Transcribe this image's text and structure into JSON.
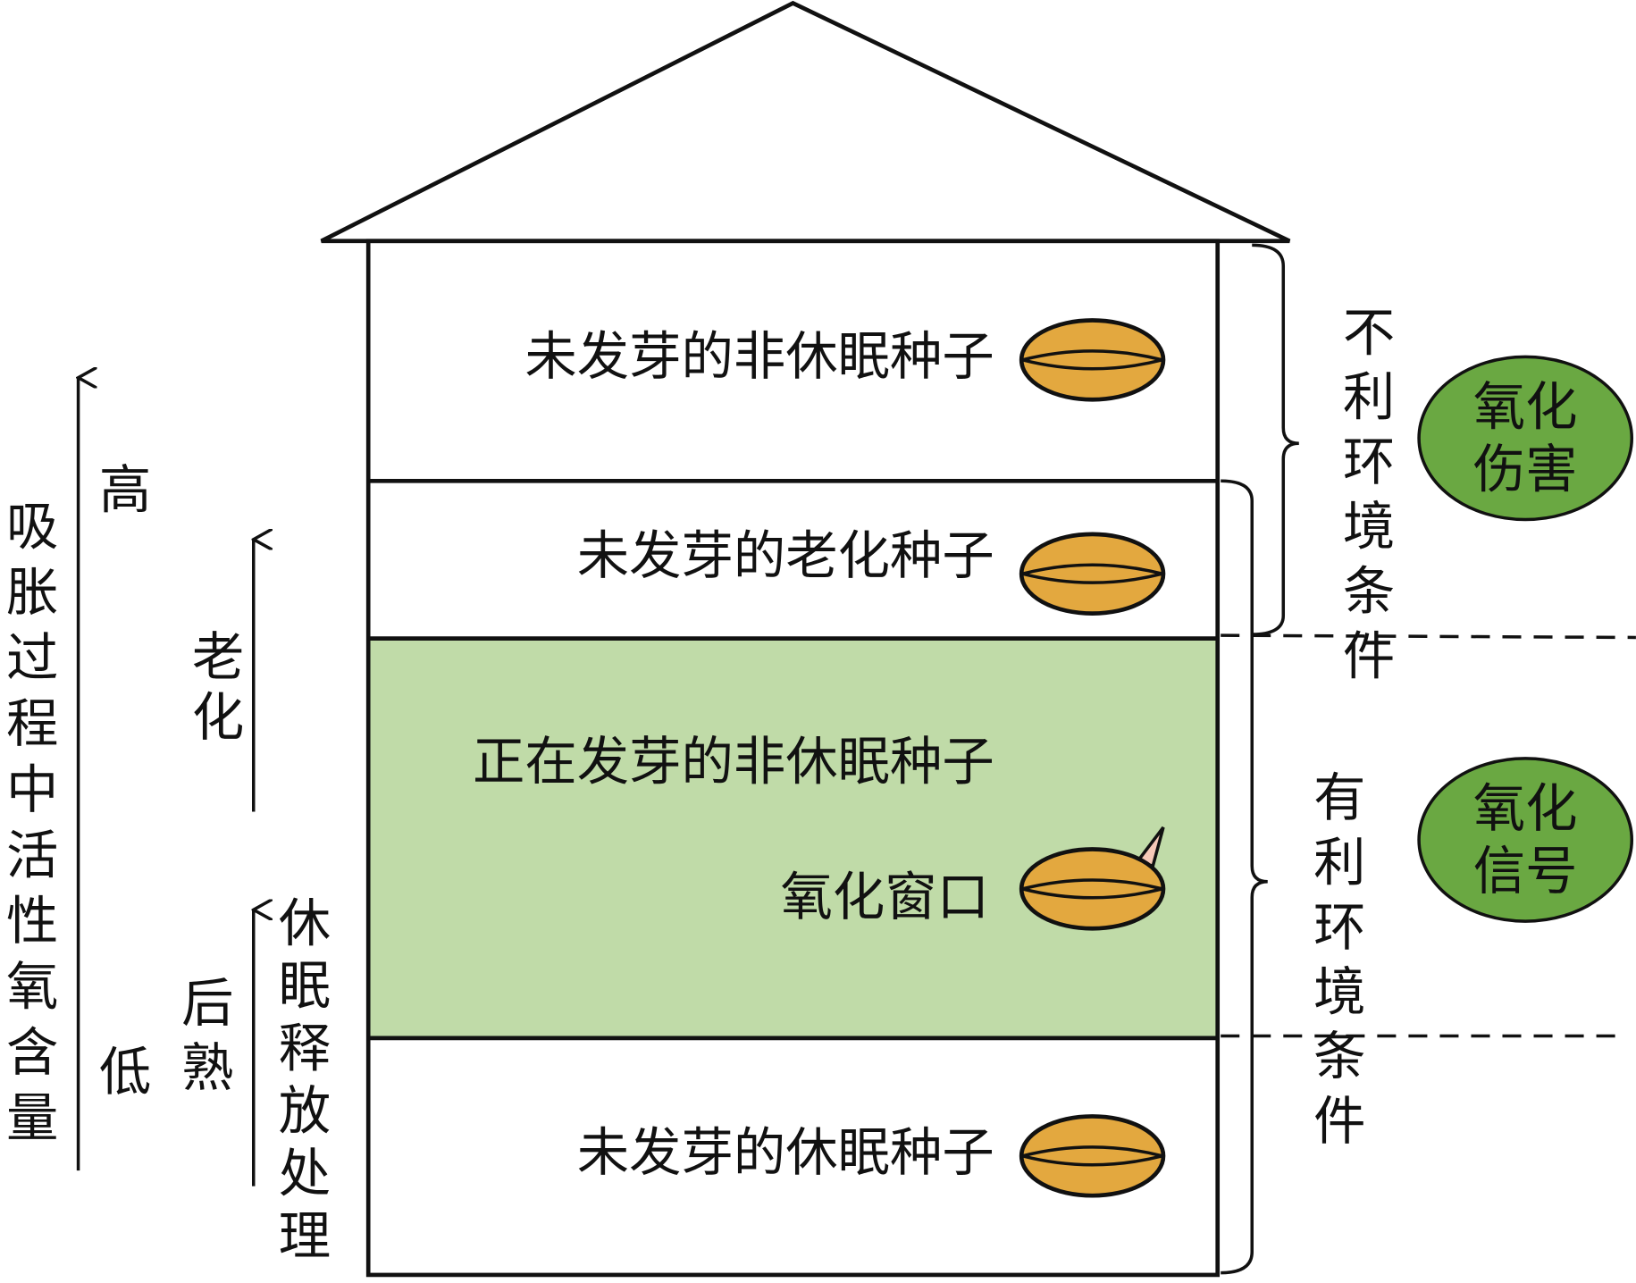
{
  "rows": {
    "nondormant": "未发芽的非休眠种子",
    "aged": "未发芽的老化种子",
    "germinating": "正在发芽的非休眠种子",
    "oxidative_window": "氧化窗口",
    "dormant": "未发芽的休眠种子"
  },
  "right": {
    "unfavorable": "不利环境条件",
    "favorable": "有利环境条件",
    "damage_line1": "氧化",
    "damage_line2": "伤害",
    "signal_line1": "氧化",
    "signal_line2": "信号"
  },
  "left": {
    "axis_label": "吸胀过程中活性氧含量",
    "high": "高",
    "low": "低",
    "aging": "老化",
    "after_ripening": "后熟",
    "dormancy_release": "休眠释放处理"
  },
  "colors": {
    "germinating_zone": "#c0dba8",
    "seed": "#e3a83f",
    "circle": "#6aa842"
  }
}
